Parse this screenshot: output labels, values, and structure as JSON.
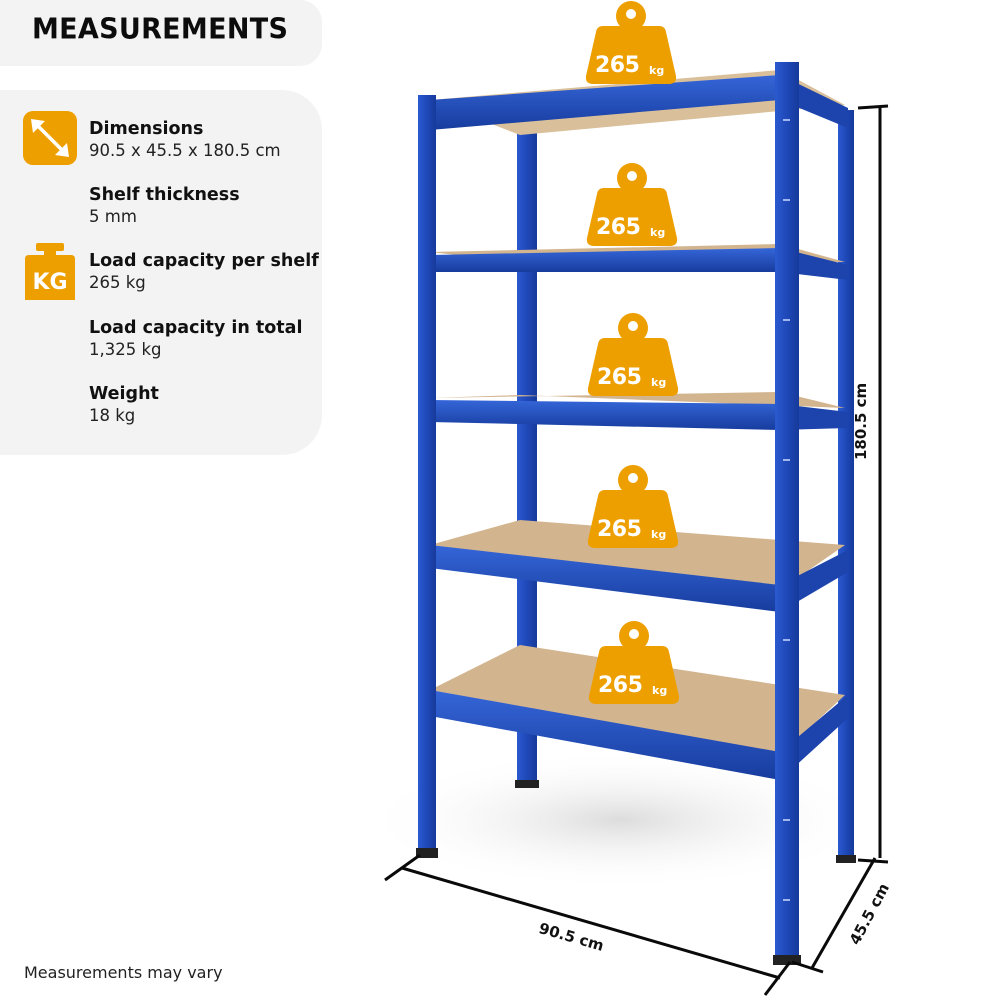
{
  "header": {
    "title": "MEASUREMENTS"
  },
  "specs": [
    {
      "label": "Dimensions",
      "value": "90.5 x 45.5 x 180.5 cm",
      "icon": "diagonal-arrows-icon"
    },
    {
      "label": "Shelf thickness",
      "value": "5 mm",
      "icon": ""
    },
    {
      "label": "Load capacity per shelf",
      "value": "265 kg",
      "icon": "kg-weight-icon",
      "icon_text": "KG"
    },
    {
      "label": "Load capacity in total",
      "value": "1,325 kg",
      "icon": ""
    },
    {
      "label": "Weight",
      "value": "18 kg",
      "icon": ""
    }
  ],
  "shelf_loads": [
    {
      "value": "265",
      "unit": "kg"
    },
    {
      "value": "265",
      "unit": "kg"
    },
    {
      "value": "265",
      "unit": "kg"
    },
    {
      "value": "265",
      "unit": "kg"
    },
    {
      "value": "265",
      "unit": "kg"
    }
  ],
  "dimension_labels": {
    "height": "180.5 cm",
    "width": "90.5 cm",
    "depth": "45.5 cm"
  },
  "footnote": "Measurements may vary",
  "colors": {
    "accent": "#ee9f00",
    "frame": "#1f48b8",
    "board": "#d2b48e",
    "panel": "#f3f3f3"
  }
}
